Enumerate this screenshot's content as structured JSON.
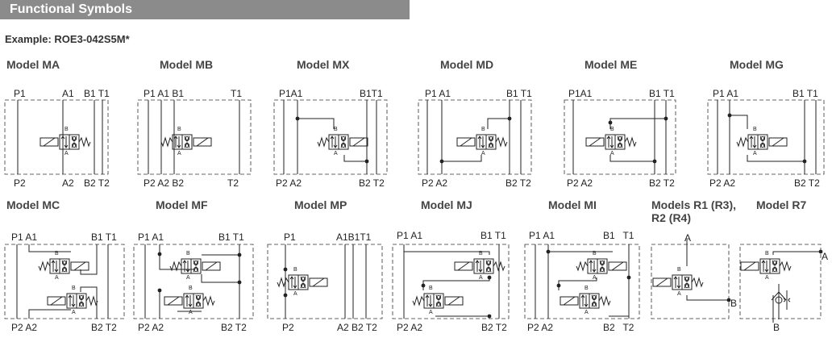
{
  "header": {
    "title": "Functional Symbols",
    "example": "Example: ROE3-042S5M*"
  },
  "row1": [
    {
      "title": "Model MA",
      "ports": {
        "p1": "P1",
        "a1": "A1",
        "b1t1": "B1 T1",
        "p2": "P2",
        "a2": "A2",
        "b2t2": "B2 T2",
        "t1": "",
        "t2": ""
      }
    },
    {
      "title": "Model MB",
      "ports": {
        "p1a1b1": "P1 A1  B1",
        "t1": "T1",
        "p2a2b2": "P2 A2  B2",
        "t2": "T2"
      }
    },
    {
      "title": "Model MX",
      "ports": {
        "p1a1": "P1A1",
        "b1t1": "B1T1",
        "p2a2": "P2 A2",
        "b2t2": "B2 T2"
      }
    },
    {
      "title": "Model MD",
      "ports": {
        "p1a1": "P1 A1",
        "b1t1": "B1 T1",
        "p2a2": "P2 A2",
        "b2t2": "B2 T2"
      }
    },
    {
      "title": "Model ME",
      "ports": {
        "p1a1": "P1A1",
        "b1t1": "B1 T1",
        "p2a2": "P2 A2",
        "b2t2": "B2 T2"
      }
    },
    {
      "title": "Model MG",
      "ports": {
        "p1a1": "P1 A1",
        "b1t1": "B1 T1",
        "p2a2": "P2 A2",
        "b2t2": "B2 T2"
      }
    }
  ],
  "row2": [
    {
      "title": "Model MC",
      "ports": {
        "p1a1": "P1 A1",
        "b1t1": "B1 T1",
        "p2a2": "P2 A2",
        "b2t2": "B2 T2"
      }
    },
    {
      "title": "Model MF",
      "ports": {
        "p1a1": "P1 A1",
        "b1t1": "B1 T1",
        "p2a2": "P2 A2",
        "b2t2": "B2 T2"
      }
    },
    {
      "title": "Model MP",
      "ports": {
        "p1": "P1",
        "a1b1t1": "A1B1T1",
        "p2": "P2",
        "a2b2t2": "A2 B2 T2"
      }
    },
    {
      "title": "Model MJ",
      "ports": {
        "p1a1": "P1 A1",
        "b1t1": "B1 T1",
        "p2a2": "P2 A2",
        "b2t2": "B2 T2"
      }
    },
    {
      "title": "Model MI",
      "ports": {
        "p1a1": "P1 A1",
        "b1t1": "B1   T1",
        "p2a2": "P2 A2",
        "b2t2": "B2   T2"
      }
    },
    {
      "title": "Models R1 (R3),\nR2 (R4)",
      "ports": {
        "a": "A",
        "b": "B"
      }
    },
    {
      "title": "Model R7",
      "ports": {
        "a": "A",
        "b": "B"
      }
    }
  ],
  "valve": {
    "a": "A",
    "b": "B"
  }
}
